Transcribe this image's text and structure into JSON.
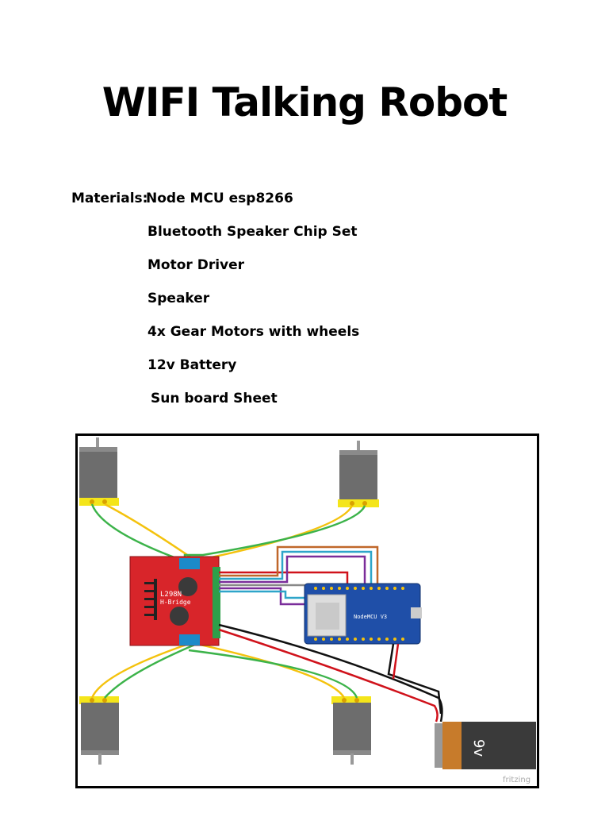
{
  "title": "WIFI Talking Robot",
  "materials": {
    "label": "Materials:",
    "items": [
      "Node MCU esp8266",
      "Bluetooth Speaker Chip Set",
      "Motor Driver",
      "Speaker",
      "4x Gear Motors with wheels",
      "12v Battery",
      "Sun board Sheet"
    ]
  },
  "diagram": {
    "driver_label_1": "L298N",
    "driver_label_2": "H-Bridge",
    "nodemcu_label": "NodeMCU V3",
    "battery_label": "9v",
    "watermark": "fritzing",
    "colors": {
      "red": "#d0121b",
      "black": "#111111",
      "yellow": "#f4c20d",
      "green": "#3cb34a",
      "driver_board": "#d8252a",
      "nodemcu_board": "#1f4fa8",
      "motor_body": "#707070",
      "terminal_blue": "#1c8ac9"
    }
  }
}
